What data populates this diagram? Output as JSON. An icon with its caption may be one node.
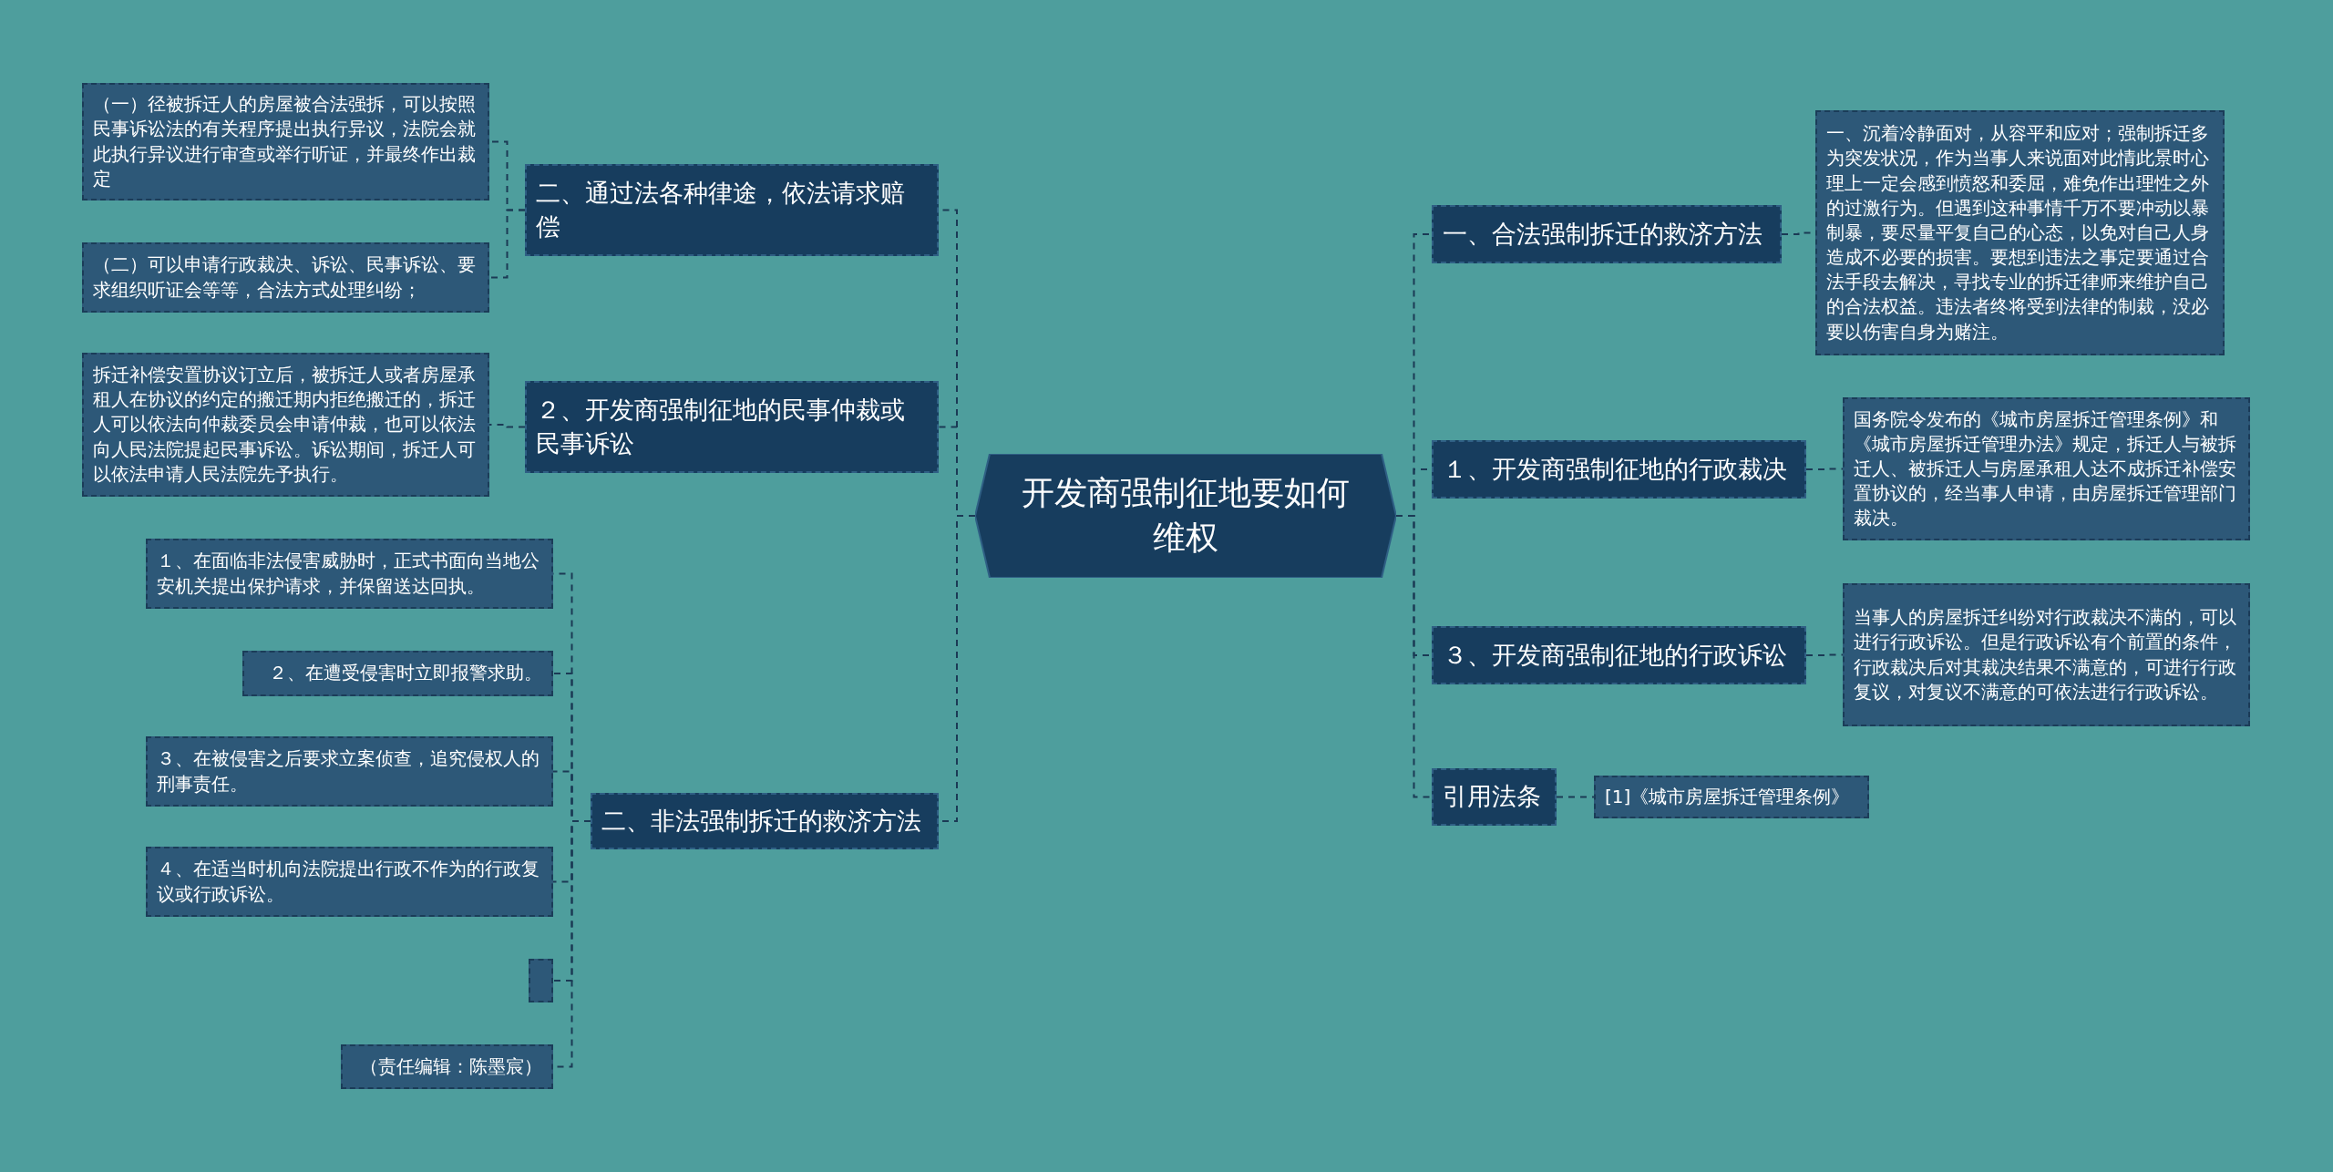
{
  "diagram": {
    "nodes": [
      {
        "text": [
          "开发商强制征地要如何维权"
        ]
      },
      {
        "text": [
          "二、通过法各种律途，依法请求赔偿"
        ]
      },
      {
        "text": [
          "（一）径被拆迁人的房屋被合法强拆，可以按照民事诉讼法的有关程序提出执行异议，法院会就此执行异议进行审查或举行听证，并最终作出裁定"
        ]
      },
      {
        "text": [
          "（二）可以申请行政裁决、诉讼、民事诉讼、要求组织听证会等等，合法方式处理纠纷；"
        ]
      },
      {
        "text": [
          "２、开发商强制征地的民事仲裁或民事诉讼"
        ]
      },
      {
        "text": [
          "拆迁补偿安置协议订立后，被拆迁人或者房屋承租人在协议的约定的搬迁期内拒绝搬迁的，拆迁人可以依法向仲裁委员会申请仲裁，也可以依法向人民法院提起民事诉讼。诉讼期间，拆迁人可以依法申请人民法院先予执行。"
        ]
      },
      {
        "text": [
          "二、非法强制拆迁的救济方法"
        ]
      },
      {
        "text": [
          "１、在面临非法侵害威胁时，正式书面向当地公安机关提出保护请求，并保留送达回执。"
        ]
      },
      {
        "text": [
          "２、在遭受侵害时立即报警求助。"
        ]
      },
      {
        "text": [
          "３、在被侵害之后要求立案侦查，追究侵权人的刑事责任。"
        ]
      },
      {
        "text": [
          "４、在适当时机向法院提出行政不作为的行政复议或行政诉讼。"
        ]
      },
      {
        "text": [],
        "shape": "box"
      },
      {
        "text": [
          "（责任编辑：陈墨宸）"
        ]
      },
      {
        "text": [
          "一、合法强制拆迁的救济方法"
        ]
      },
      {
        "text": [
          "一、沉着冷静面对，从容平和应对；强制拆迁多为突发状况，作为当事人来说面对此情此景时心理上一定会感到愤怒和委屈，难免作出理性之外的过激行为。但遇到这种事情千万不要冲动以暴制暴，要尽量平复自己的心态，以免对自己人身造成不必要的损害。要想到违法之事定要通过合法手段去解决，寻找专业的拆迁律师来维护自己的合法权益。违法者终将受到法律的制裁，没必要以伤害自身为赌注。"
        ]
      },
      {
        "text": [
          "１、开发商强制征地的行政裁决"
        ]
      },
      {
        "text": [
          "国务院令发布的《城市房屋拆迁管理条例》和《城市房屋拆迁管理办法》规定，拆迁人与被拆迁人、被拆迁人与房屋承租人达不成拆迁补偿安置协议的，经当事人申请，由房屋拆迁管理部门裁决。"
        ]
      },
      {
        "text": [
          "３、开发商强制征地的行政诉讼"
        ]
      },
      {
        "text": [
          "当事人的房屋拆迁纠纷对行政裁决不满的，可以进行行政诉讼。但是行政诉讼有个前置的条件，行政裁决后对其裁决结果不满意的，可进行行政复议，对复议不满意的可依法进行行政诉讼。"
        ]
      },
      {
        "text": [
          "引用法条"
        ]
      },
      {
        "text": [
          "[1]《城市房屋拆迁管理条例》"
        ]
      }
    ],
    "edges": [
      {
        "from": 0,
        "to": 1,
        "arrow": "none"
      },
      {
        "from": 1,
        "to": 2,
        "arrow": "none"
      },
      {
        "from": 1,
        "to": 3,
        "arrow": "none"
      },
      {
        "from": 0,
        "to": 4,
        "arrow": "none"
      },
      {
        "from": 4,
        "to": 5,
        "arrow": "none"
      },
      {
        "from": 0,
        "to": 6,
        "arrow": "none"
      },
      {
        "from": 6,
        "to": 7,
        "arrow": "none"
      },
      {
        "from": 6,
        "to": 8,
        "arrow": "none"
      },
      {
        "from": 6,
        "to": 9,
        "arrow": "none"
      },
      {
        "from": 6,
        "to": 10,
        "arrow": "none"
      },
      {
        "from": 6,
        "to": 11,
        "arrow": "none"
      },
      {
        "from": 6,
        "to": 12,
        "arrow": "none"
      },
      {
        "from": 0,
        "to": 13,
        "arrow": "none"
      },
      {
        "from": 13,
        "to": 14,
        "arrow": "none"
      },
      {
        "from": 0,
        "to": 15,
        "arrow": "none"
      },
      {
        "from": 15,
        "to": 16,
        "arrow": "none"
      },
      {
        "from": 0,
        "to": 17,
        "arrow": "none"
      },
      {
        "from": 17,
        "to": 18,
        "arrow": "none"
      },
      {
        "from": 0,
        "to": 19,
        "arrow": "none"
      },
      {
        "from": 19,
        "to": 20,
        "arrow": "none"
      }
    ]
  }
}
